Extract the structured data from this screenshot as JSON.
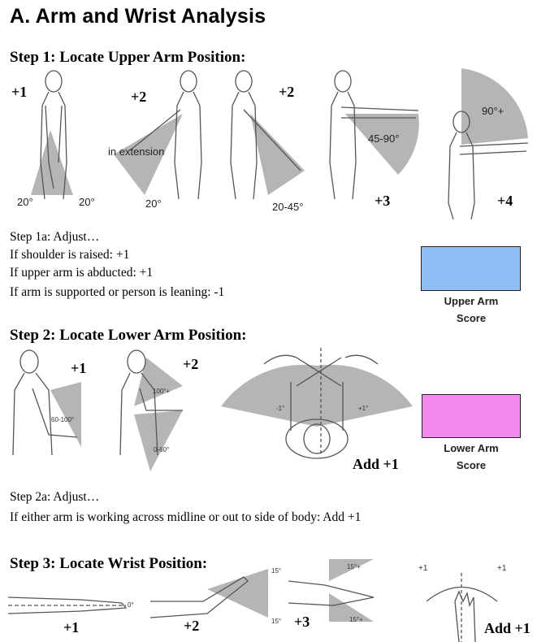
{
  "title": "A.  Arm and Wrist Analysis",
  "step1": {
    "heading": "Step 1: Locate Upper Arm Position:",
    "scores": [
      "+1",
      "+2",
      "+2",
      "+3",
      "+4"
    ],
    "angles": {
      "fig1_left": "20°",
      "fig1_right": "20°",
      "fig2_extension": "in extension",
      "fig2_angle": "20°",
      "fig3_angle": "20-45°",
      "fig4_angle": "45-90°",
      "fig5_angle": "90°+"
    },
    "adjust": {
      "heading": "Step 1a: Adjust…",
      "lines": [
        "If shoulder is raised:  +1",
        "If upper arm is abducted:  +1",
        "If arm is supported or person is leaning: -1"
      ]
    },
    "score_box": {
      "line1": "Upper Arm",
      "line2": "Score",
      "color": "#8fbff5"
    }
  },
  "step2": {
    "heading": "Step 2:  Locate Lower Arm Position:",
    "scores": [
      "+1",
      "+2"
    ],
    "angles": {
      "fig1": "60-100°",
      "fig2_top": "100°+",
      "fig2_bottom": "0-60°",
      "fig3_left": "-1°",
      "fig3_right": "+1°"
    },
    "add": "Add +1",
    "adjust": {
      "heading": "Step 2a:  Adjust…",
      "line": "If either arm is working across midline or out to side of body: Add +1"
    },
    "score_box": {
      "line1": "Lower Arm",
      "line2": "Score",
      "color": "#f486f0"
    }
  },
  "step3": {
    "heading": "Step 3:  Locate Wrist Position:",
    "scores": [
      "+1",
      "+2",
      "+3"
    ],
    "angles": {
      "fig1": "0°",
      "fig2_top": "15°",
      "fig2_bottom": "15°",
      "fig3_top": "15°+",
      "fig3_bottom": "15°+",
      "fig4_left": "+1",
      "fig4_right": "+1"
    },
    "add": "Add +1"
  },
  "colors": {
    "wedge": "#b5b5b5",
    "outline": "#555555"
  }
}
